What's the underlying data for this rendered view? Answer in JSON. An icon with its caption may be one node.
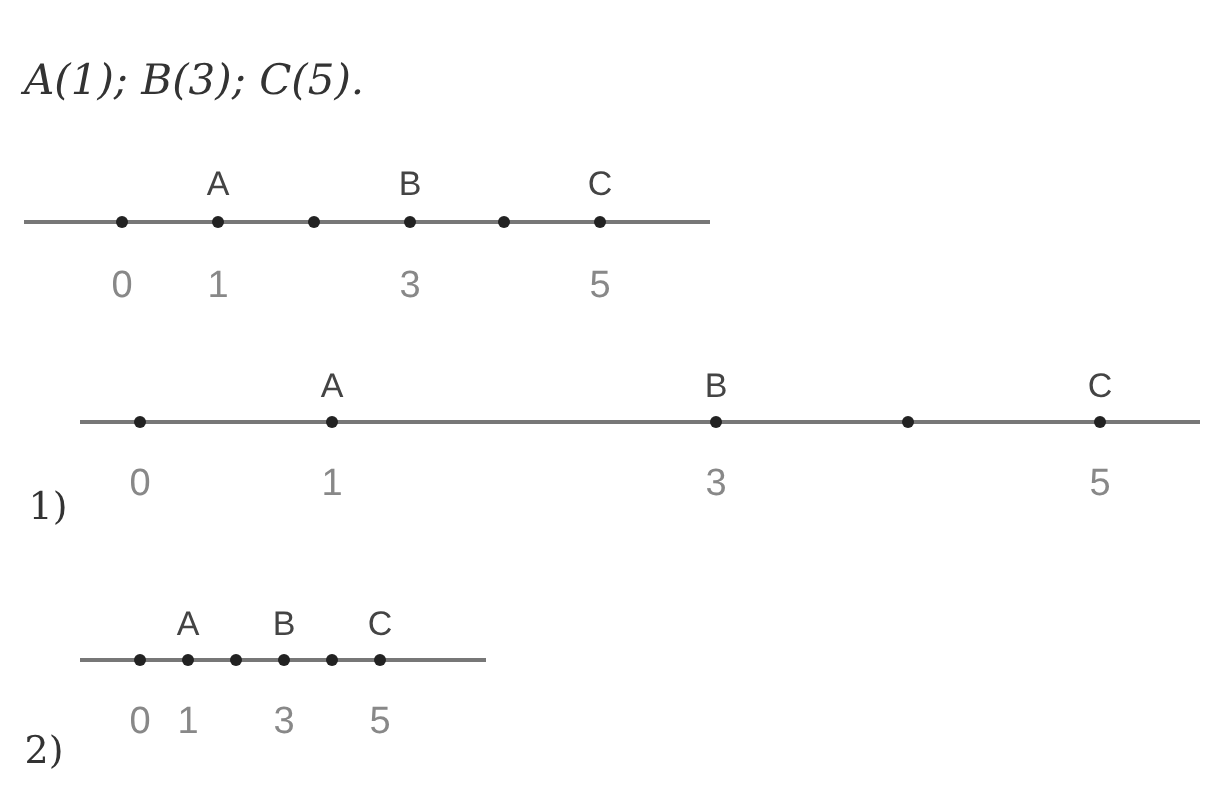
{
  "diagram": {
    "title": "A(1); B(3); C(5).",
    "labels": [
      "A",
      "B",
      "C",
      "0",
      "1",
      "3",
      "5",
      "A",
      "B",
      "C",
      "0",
      "1",
      "3",
      "5",
      "1)",
      "A",
      "B",
      "C",
      "0",
      "1",
      "3",
      "5",
      "2)"
    ]
  }
}
